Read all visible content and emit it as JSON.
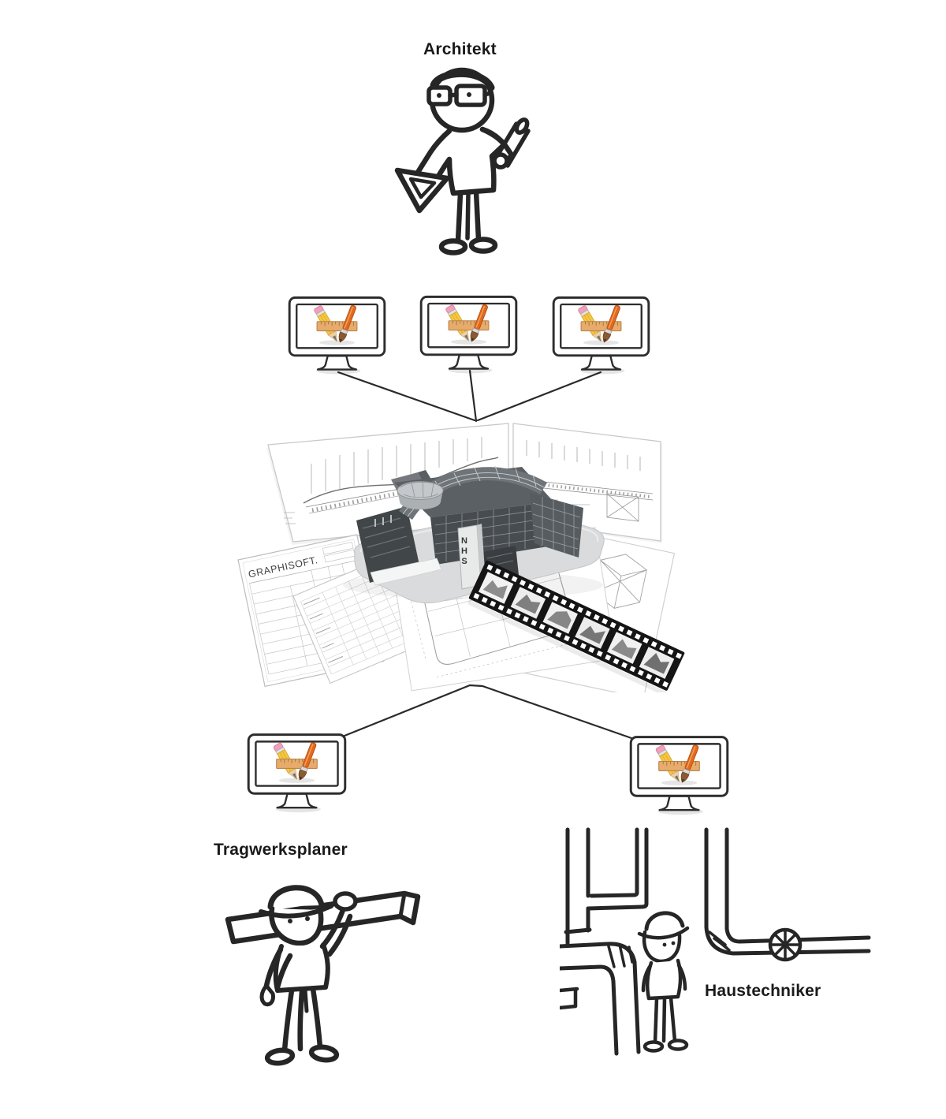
{
  "diagram": {
    "kind": "collaboration-diagram",
    "background": "#ffffff",
    "labels": {
      "architect": "Architekt",
      "structural_engineer": "Tragwerksplaner",
      "building_services": "Haustechniker"
    },
    "center_artwork": {
      "brand_text": "GRAPHISOFT.",
      "building_sign_text": "NHS",
      "description": "3d-building-model-with-blueprints-and-filmstrip"
    },
    "workstations": {
      "top_row_count": 3,
      "bottom_row_count": 2,
      "screen_icon": "design-app-icon (pencil, ruler, brush forming an A)"
    },
    "icons": [
      "monitor-icon",
      "design-app-icon",
      "pencil-icon",
      "ruler-icon",
      "brush-icon",
      "set-square-icon",
      "hard-hat-icon",
      "pipe-valve-icon",
      "film-strip-icon"
    ],
    "colors": {
      "sketch_line": "#262626",
      "connector_line": "#2a2a2a",
      "pencil_yellow": "#f6c83f",
      "eraser_pink": "#f0a0bc",
      "ruler_tan": "#e7ab6c",
      "brush_orange": "#e06a1f",
      "bristle_brown": "#8a5a33",
      "building_dark": "#45494c",
      "paper_edge": "#c9c9c9"
    }
  }
}
